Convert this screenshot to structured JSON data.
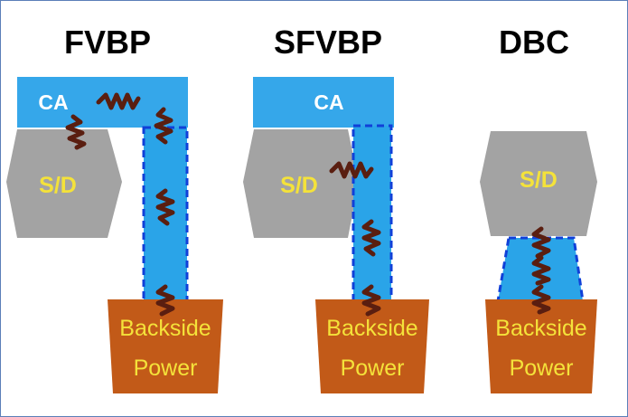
{
  "titles": {
    "fvbp": "FVBP",
    "sfvbp": "SFVBP",
    "dbc": "DBC"
  },
  "labels": {
    "ca": "CA",
    "sd": "S/D",
    "backside_line1": "Backside",
    "backside_line2": "Power"
  },
  "colors": {
    "ca": "#35a7ea",
    "sd": "#a3a3a3",
    "backside": "#c25a18",
    "via_fill": "#2aa4e8",
    "via_border": "#1040d8",
    "resistor": "#5a1e10",
    "label_text": "#f4e23a"
  }
}
